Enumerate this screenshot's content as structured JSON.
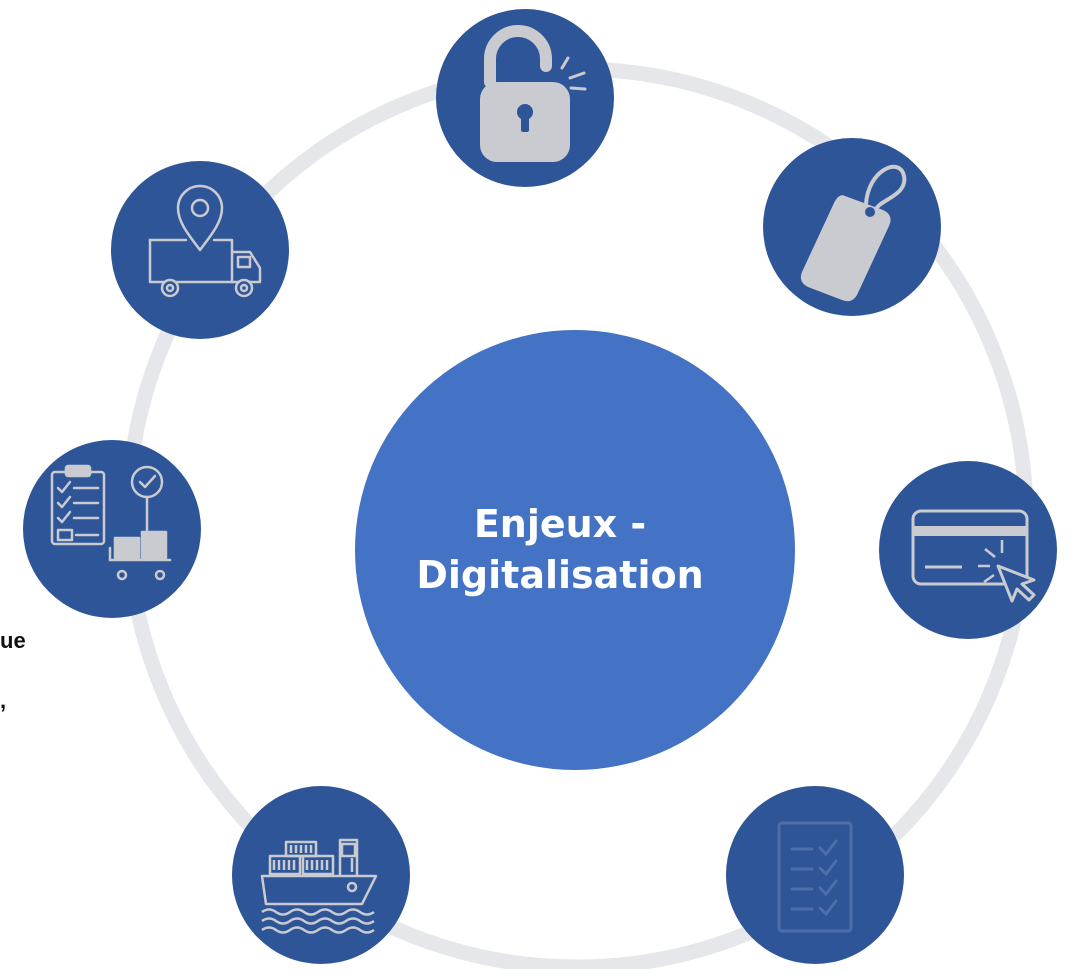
{
  "center": {
    "line1": "Enjeux -",
    "line2": "Digitalisation"
  },
  "side_fragments": {
    "fragment1": "ue",
    "fragment2": ","
  },
  "colors": {
    "ring": "#E6E7EB",
    "node_fill": "#2E5597",
    "center_fill": "#4472C4",
    "icon_light": "#C9CBD0",
    "icon_faint": "#4D6EA8"
  },
  "nodes": [
    {
      "icon": "open-padlock-icon"
    },
    {
      "icon": "price-tag-icon"
    },
    {
      "icon": "credit-card-click-icon"
    },
    {
      "icon": "checklist-document-icon"
    },
    {
      "icon": "cargo-ship-icon"
    },
    {
      "icon": "inventory-clipboard-icon"
    },
    {
      "icon": "delivery-truck-location-icon"
    }
  ]
}
